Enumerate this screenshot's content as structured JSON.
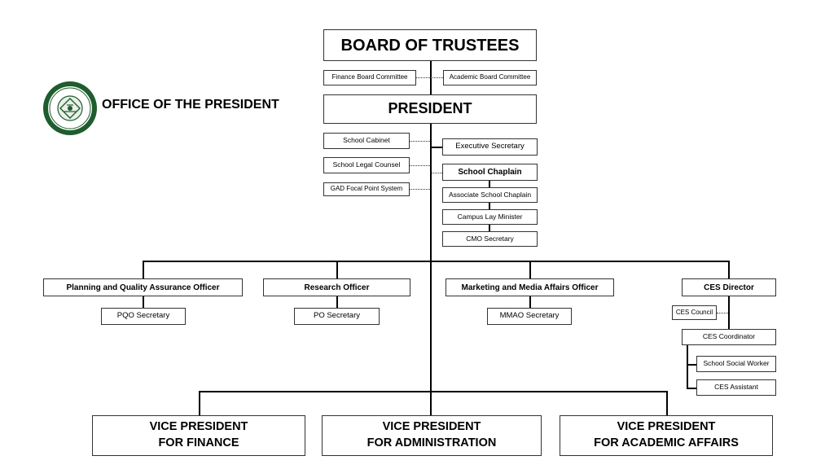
{
  "header": {
    "office_title": "OFFICE OF THE PRESIDENT"
  },
  "board": {
    "title": "BOARD OF TRUSTEES",
    "finance_committee": "Finance Board Committee",
    "academic_committee": "Academic Board Committee"
  },
  "president": {
    "title": "PRESIDENT",
    "school_cabinet": "School Cabinet",
    "legal_counsel": "School Legal Counsel",
    "gad_focal": "GAD Focal Point System",
    "executive_secretary": "Executive Secretary",
    "school_chaplain": "School Chaplain",
    "associate_chaplain": "Associate School Chaplain",
    "campus_lay_minister": "Campus Lay Minister",
    "cmo_secretary": "CMO Secretary"
  },
  "offices": {
    "pqao": "Planning and Quality Assurance Officer",
    "pqo_secretary": "PQO Secretary",
    "research": "Research Officer",
    "po_secretary": "PO Secretary",
    "mmao": "Marketing and Media Affairs Officer",
    "mmao_secretary": "MMAO Secretary",
    "ces_director": "CES Director",
    "ces_council": "CES Council",
    "ces_coordinator": "CES Coordinator",
    "social_worker": "School Social Worker",
    "ces_assistant": "CES Assistant"
  },
  "vice_presidents": {
    "finance_l1": "VICE PRESIDENT",
    "finance_l2": "FOR FINANCE",
    "admin_l1": "VICE PRESIDENT",
    "admin_l2": "FOR ADMINISTRATION",
    "academic_l1": "VICE PRESIDENT",
    "academic_l2": "FOR ACADEMIC AFFAIRS"
  },
  "colors": {
    "logo_green": "#1f5c2e",
    "line": "#000000"
  },
  "icons": {
    "logo": "institution-seal-icon"
  }
}
